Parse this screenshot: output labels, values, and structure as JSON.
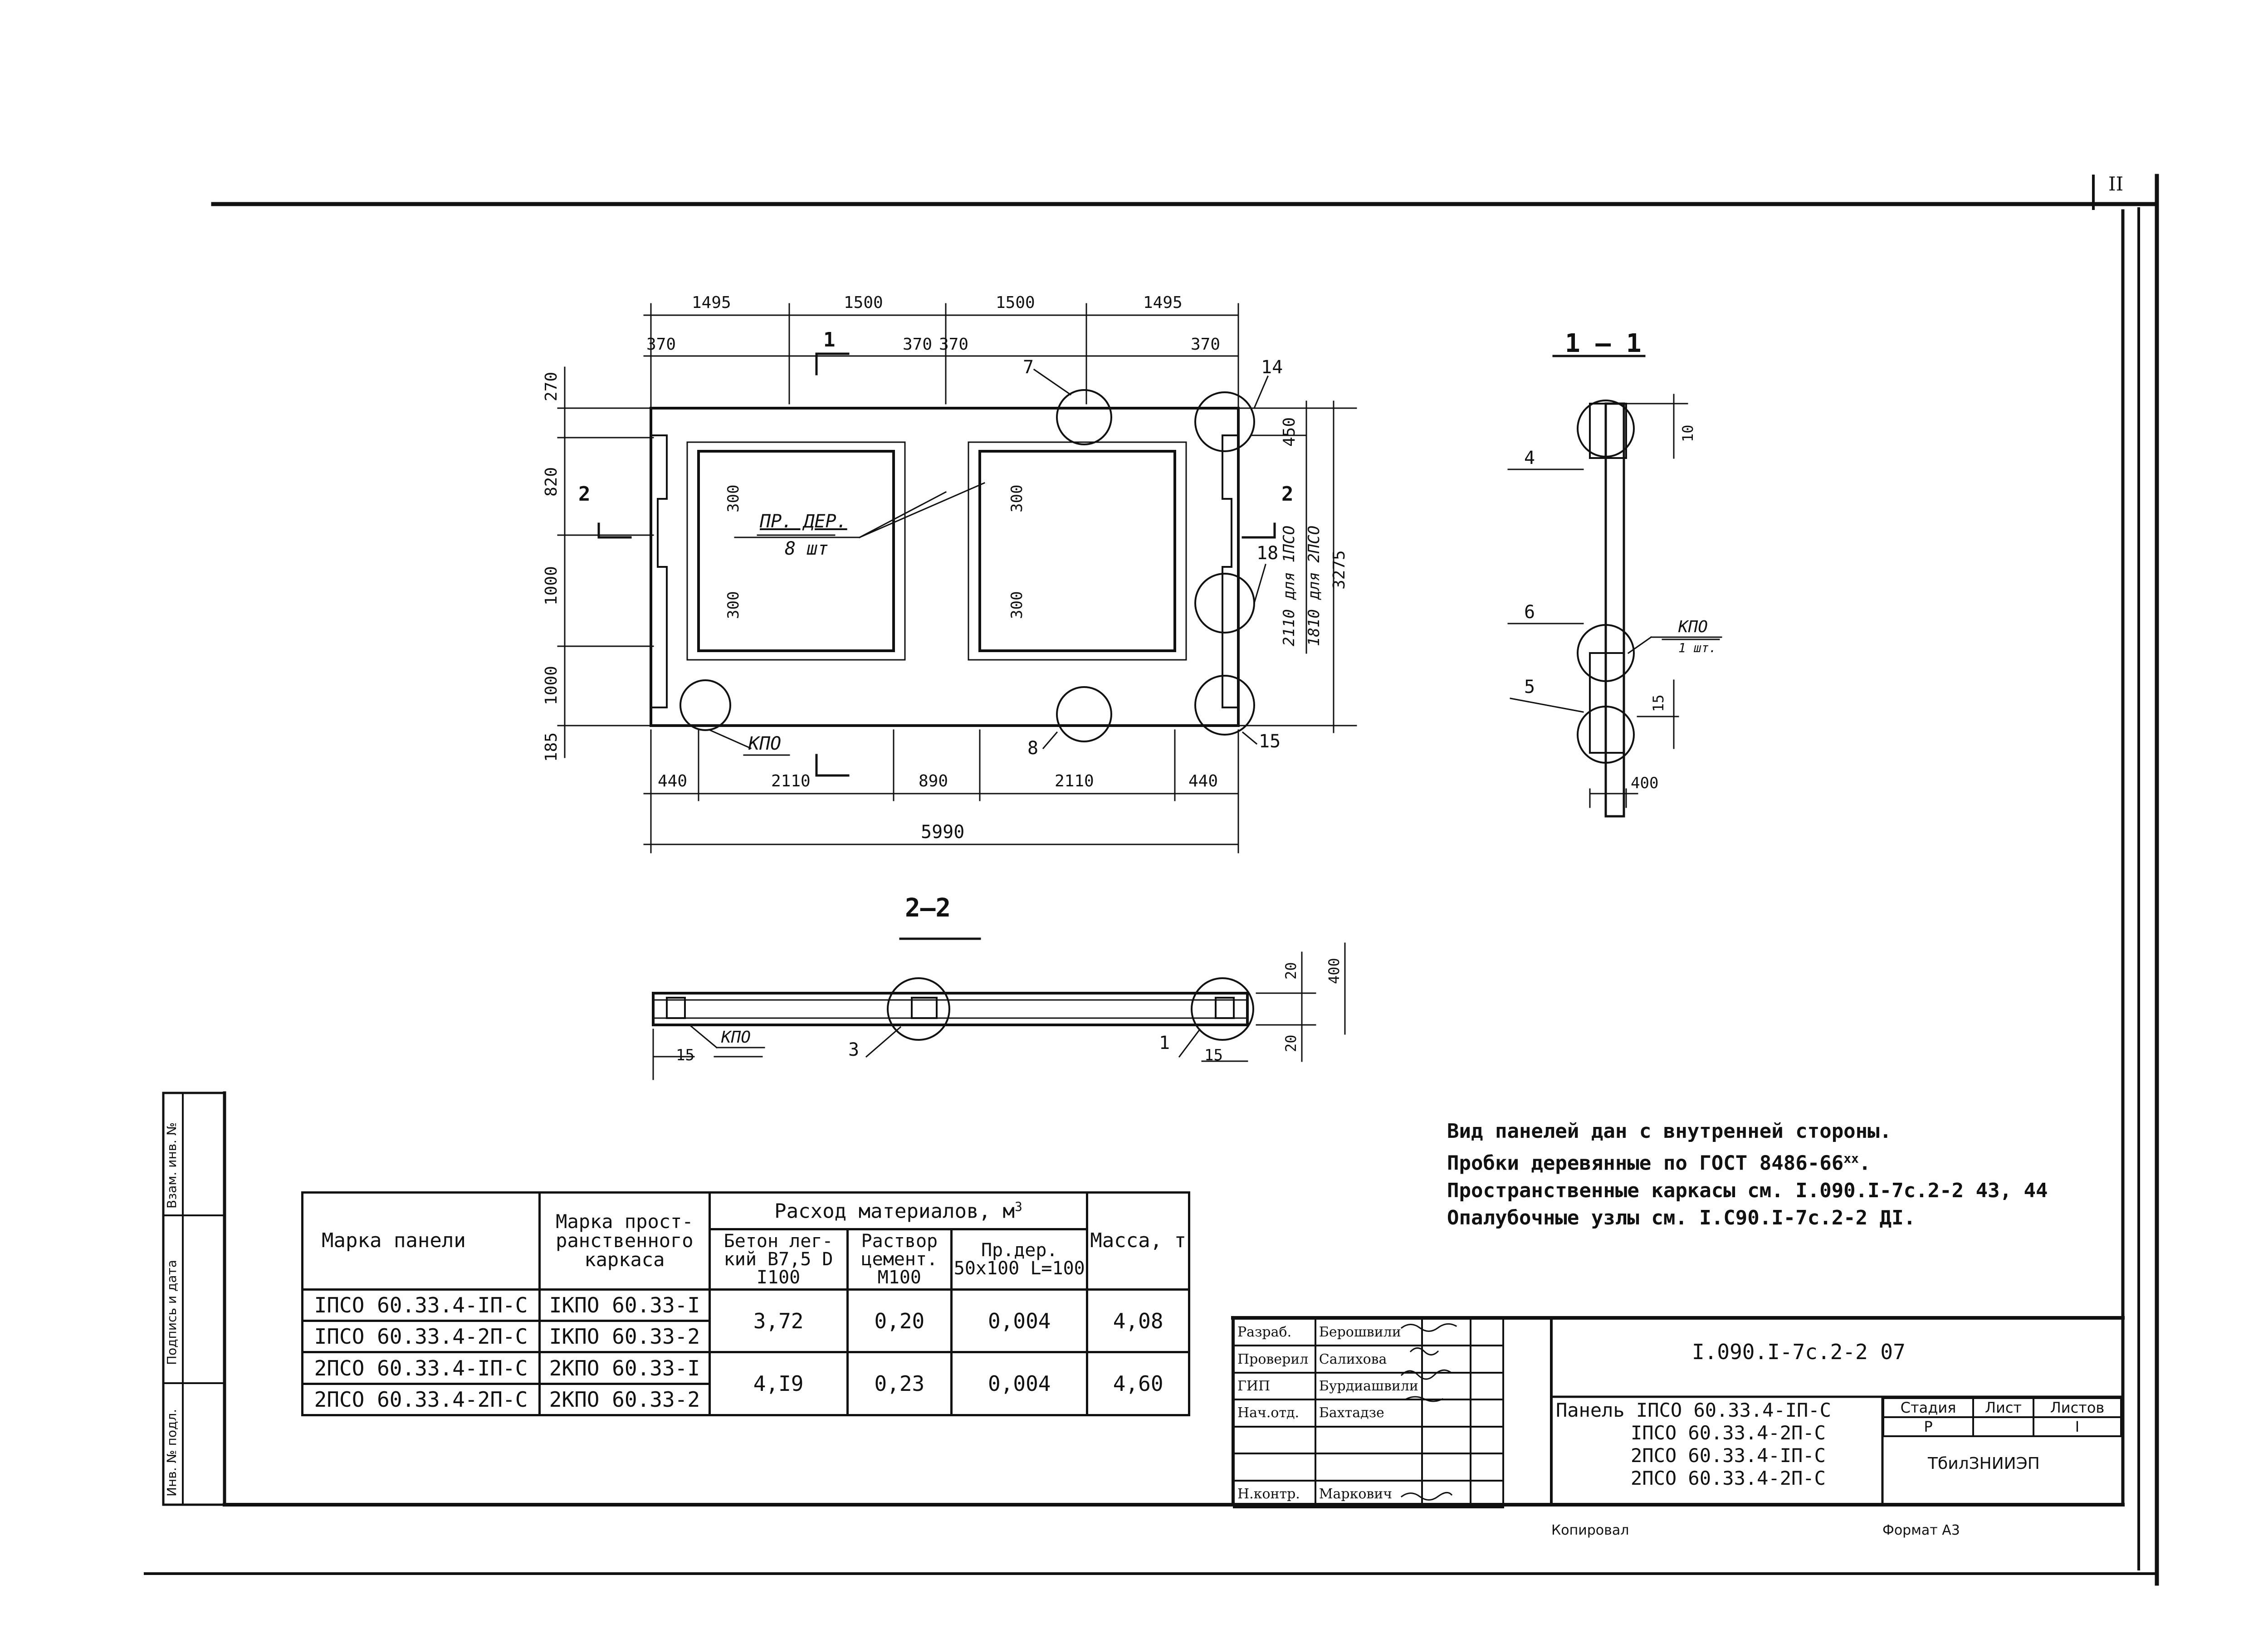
{
  "sheet": {
    "page_number": "II",
    "copied_label": "Копировал",
    "format_label": "Формат А3"
  },
  "left_strip": {
    "inv_replace": "Взам. инв. №",
    "sign_date": "Подпись и дата",
    "inv_orig": "Инв. № подл."
  },
  "plan_view": {
    "top_dims": [
      "1495",
      "1500",
      "1500",
      "1495"
    ],
    "sub_dims_top": [
      "370",
      "370",
      "370",
      "370"
    ],
    "left_dims": [
      "270",
      "820",
      "1000",
      "1000",
      "185"
    ],
    "right_dims": [
      "450",
      "2110 для 1ПСО",
      "1810 для 2ПСО",
      "3275"
    ],
    "bottom_dims": [
      "440",
      "2110",
      "890",
      "2110",
      "440"
    ],
    "overall_width": "5990",
    "inner_dims": [
      "300",
      "300",
      "300",
      "300"
    ],
    "wood_plugs_label": "ПР. ДЕР.",
    "wood_plugs_count": "8 шт",
    "kpo_label": "КПО",
    "callouts": [
      "7",
      "14",
      "18",
      "8",
      "15",
      "1",
      "2",
      "2"
    ]
  },
  "section_11": {
    "title": "1 – 1",
    "callouts": [
      "4",
      "6",
      "5"
    ],
    "dims": [
      "10",
      "15",
      "400"
    ],
    "kpo_label": "КПО",
    "kpo_count": "1 шт."
  },
  "section_22": {
    "title": "2–2",
    "dims": [
      "20",
      "400",
      "20",
      "15",
      "15"
    ],
    "kpo_label": "КПО",
    "callouts": [
      "3",
      "1"
    ]
  },
  "notes": [
    "Вид панелей дан с внутренней стороны.",
    "Пробки деревянные по ГОСТ 8486-66",
    "Пространственные каркасы см. I.090.I-7с.2-2 43, 44",
    "Опалубочные узлы см. I.С90.I-7с.2-2 ДI."
  ],
  "notes_sup": "хх",
  "materials_table": {
    "h_panel": "Марка панели",
    "h_frame": "Марка прост-ранственного каркаса",
    "h_materials": "Расход материалов, м",
    "h_materials_sup": "3",
    "h_concrete": "Бетон лег-кий В7,5 D I100",
    "h_mortar": "Раствор цемент. М100",
    "h_wood": "Пр.дер. 50х100 L=100",
    "h_mass": "Масса, т",
    "rows": [
      {
        "panel": "IПСО 60.33.4-IП-С",
        "frame": "IКПО 60.33-I"
      },
      {
        "panel": "IПСО 60.33.4-2П-С",
        "frame": "IКПО 60.33-2"
      },
      {
        "panel": "2ПСО 60.33.4-IП-С",
        "frame": "2КПО 60.33-I"
      },
      {
        "panel": "2ПСО 60.33.4-2П-С",
        "frame": "2КПО 60.33-2"
      }
    ],
    "group1": {
      "concrete": "3,72",
      "mortar": "0,20",
      "wood": "0,004",
      "mass": "4,08"
    },
    "group2": {
      "concrete": "4,I9",
      "mortar": "0,23",
      "wood": "0,004",
      "mass": "4,60"
    }
  },
  "title_block": {
    "roles": [
      "Разраб.",
      "Проверил",
      "ГИП",
      "Нач.отд.",
      "",
      "",
      "Н.контр."
    ],
    "names": [
      "Берошвили",
      "Салихова",
      "Бурдиашвили",
      "Бахтадзе",
      "",
      "",
      "Маркович"
    ],
    "doc_code": "I.090.I-7с.2-2 07",
    "panel_word": "Панель",
    "panel_names": [
      "IПСО 60.33.4-IП-С",
      "IПСО 60.33.4-2П-С",
      "2ПСО 60.33.4-IП-С",
      "2ПСО 60.33.4-2П-С"
    ],
    "stage_h": "Стадия",
    "sheet_h": "Лист",
    "sheets_h": "Листов",
    "stage_v": "Р",
    "sheet_v": "",
    "sheets_v": "I",
    "org": "ТбилЗНИИЭП"
  }
}
